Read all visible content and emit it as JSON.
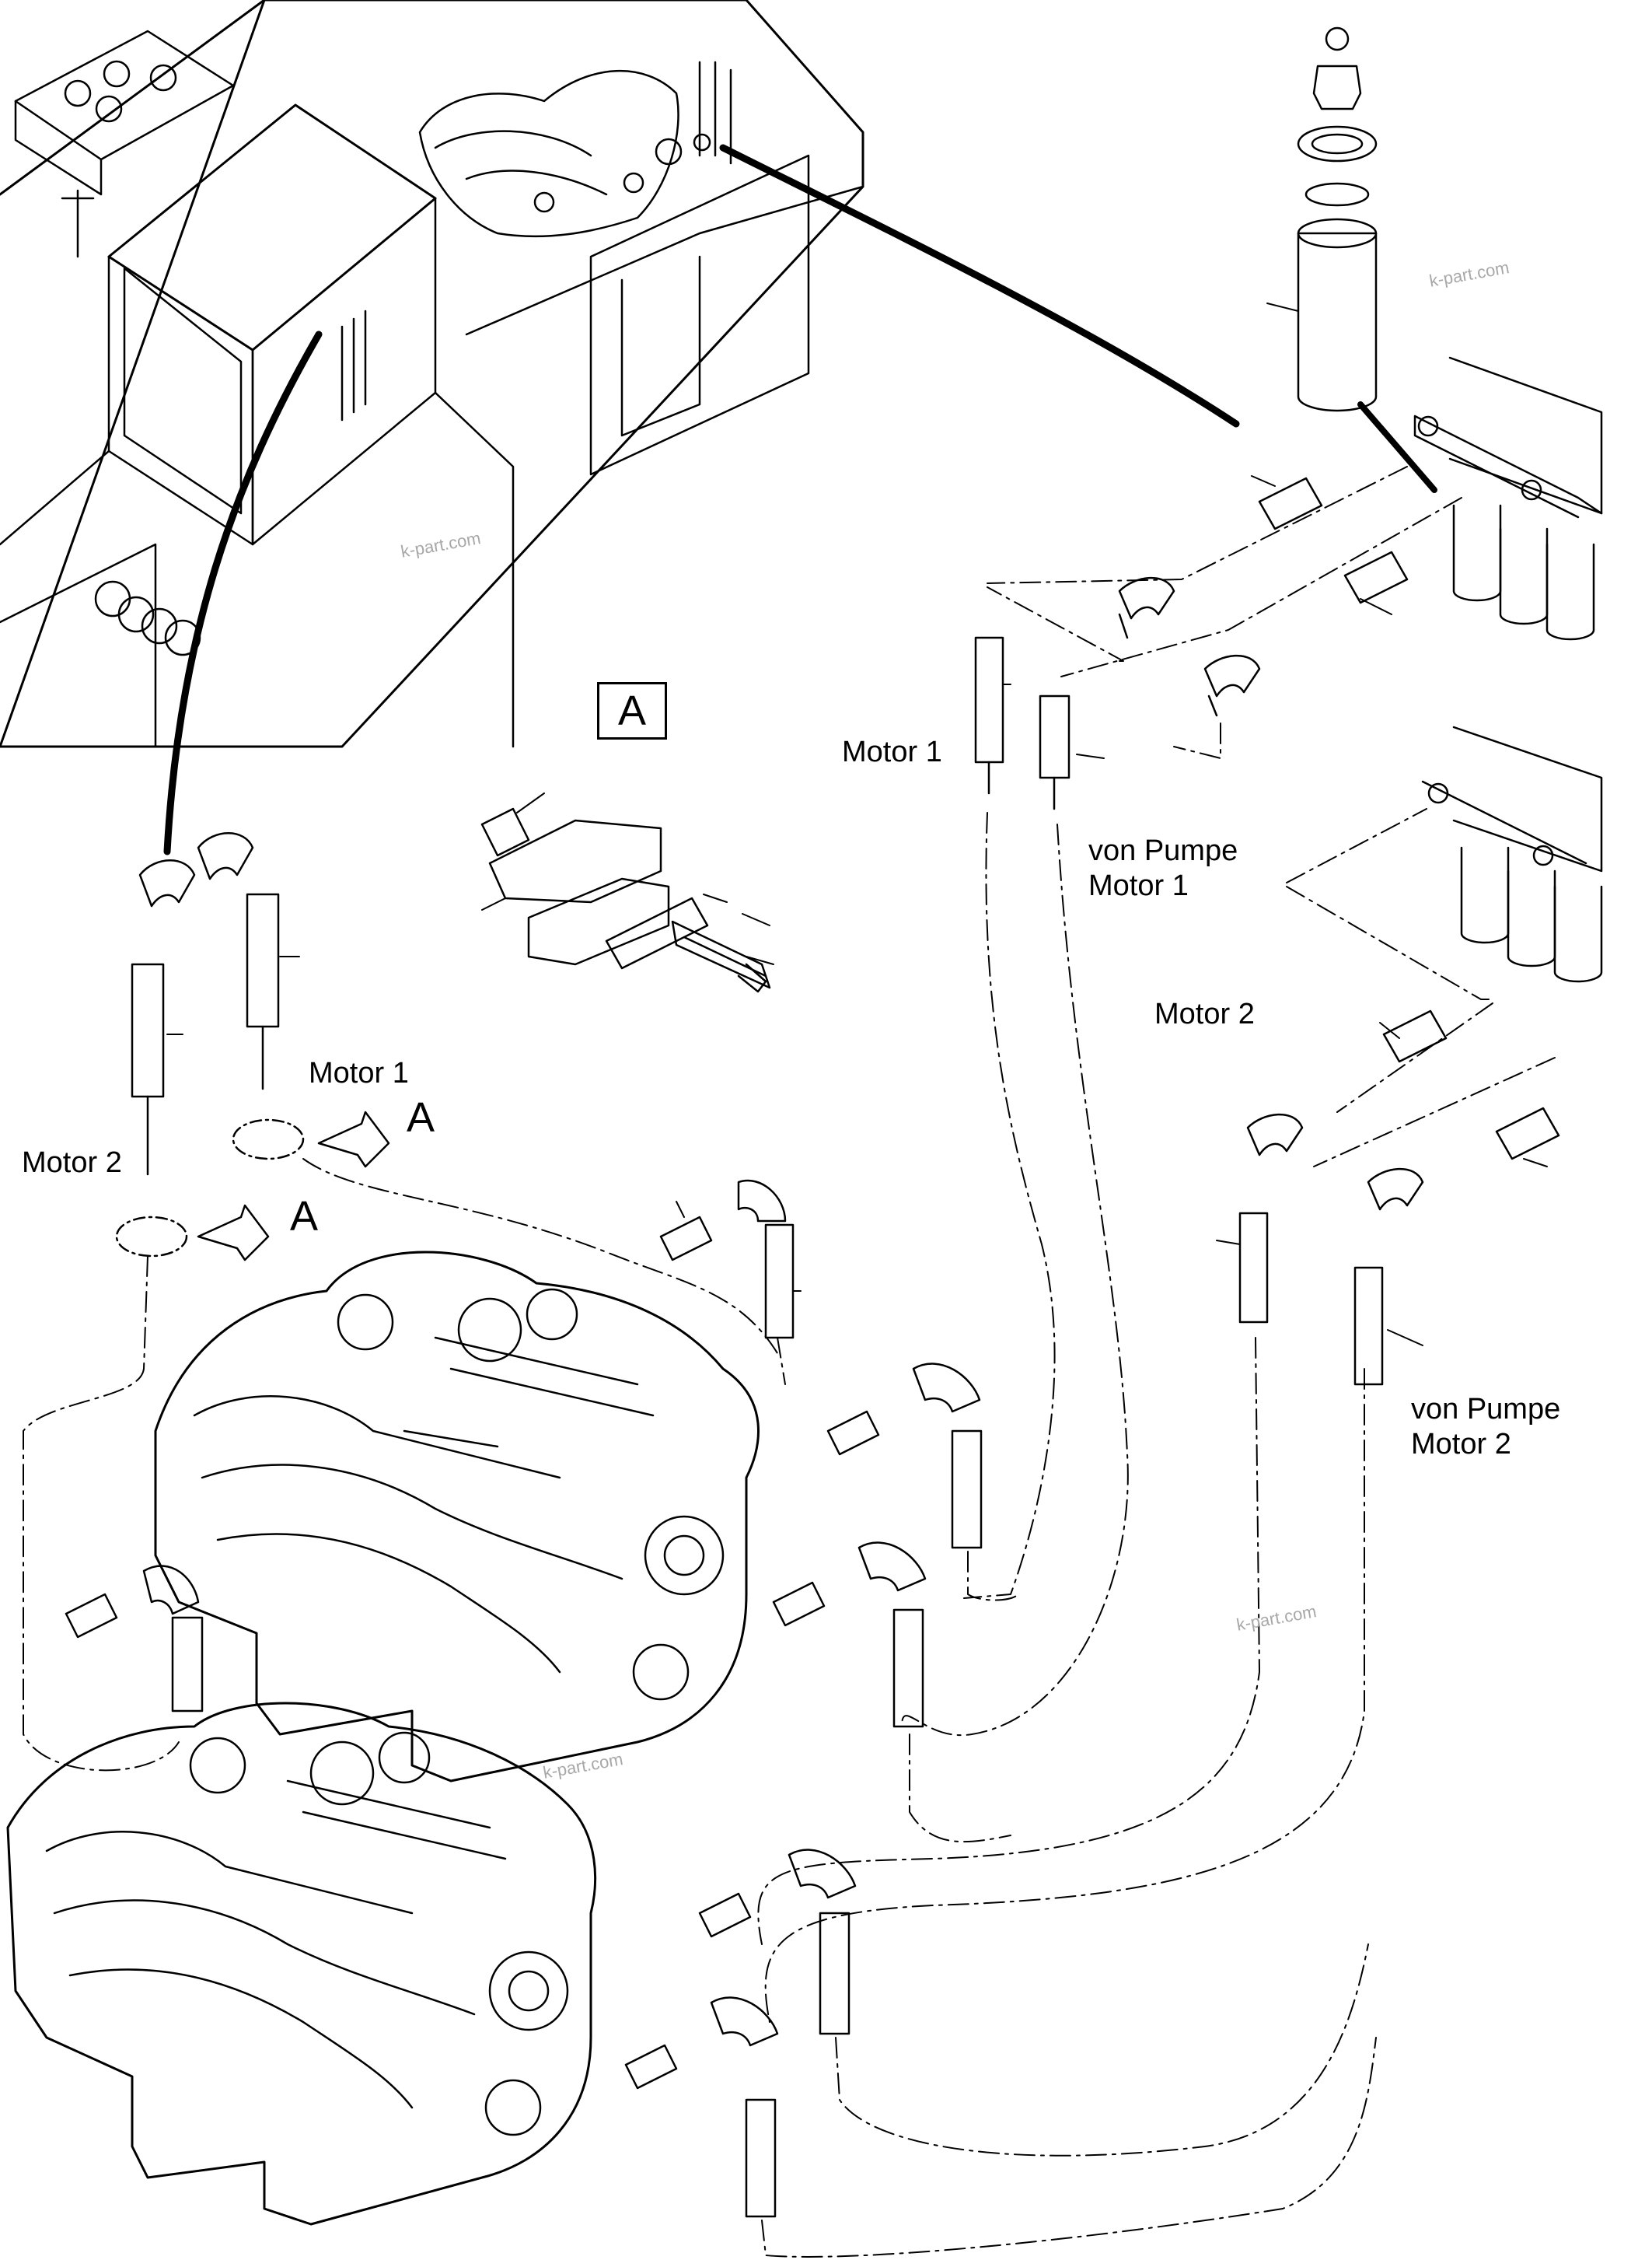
{
  "labels": {
    "motor1_top": "Motor 1",
    "von_pumpe_motor1_line1": "von Pumpe",
    "von_pumpe_motor1_line2": "Motor 1",
    "motor2_mid": "Motor 2",
    "von_pumpe_motor2_line1": "von Pumpe",
    "von_pumpe_motor2_line2": "Motor 2",
    "motor1_left": "Motor 1",
    "motor2_left": "Motor 2",
    "detail_box": "A",
    "callout_a1": "A",
    "callout_a2": "A"
  },
  "watermarks": [
    "k-part.com",
    "k-part.com",
    "k-part.com",
    "k-part.com"
  ],
  "colors": {
    "line": "#000000",
    "watermark": "#a8a8a8",
    "background": "#ffffff"
  }
}
